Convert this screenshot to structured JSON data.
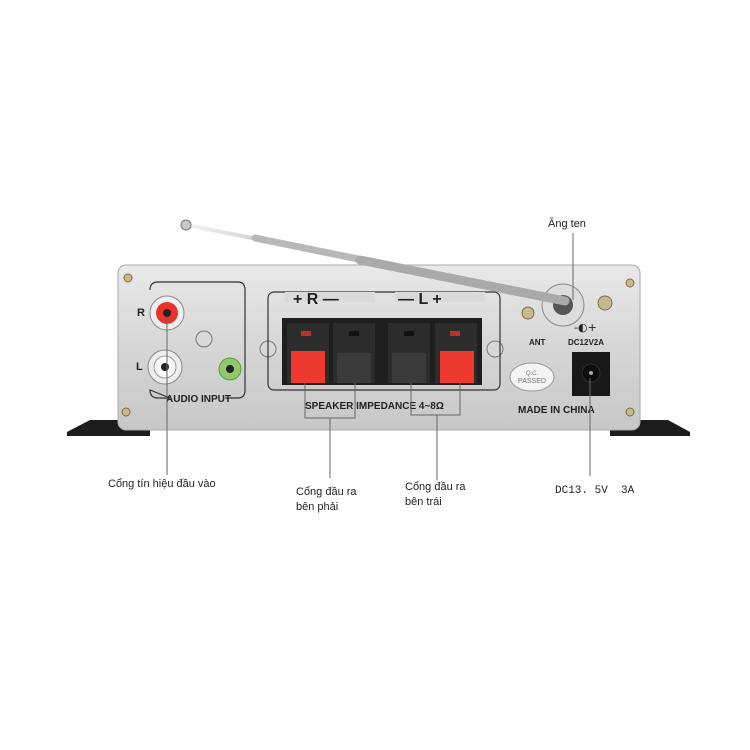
{
  "annotations": {
    "antenna": "Ăng ten",
    "input_port": "Cổng tín hiệu đầu vào",
    "right_output_line1": "Cổng đầu ra",
    "right_output_line2": "bên phải",
    "left_output_line1": "Cổng đầu ra",
    "left_output_line2": "bên trái",
    "dc_input": "DC13. 5V  3A"
  },
  "panel": {
    "r": "R",
    "l": "L",
    "audio_input": "AUDIO INPUT",
    "speaker_r": "+ R —",
    "speaker_l": "— L +",
    "impedance": "SPEAKER IMPEDANCE 4~8Ω",
    "ant": "ANT",
    "dc_rating": "DC12V2A",
    "qc_line1": "Q.C.",
    "qc_line2": "PASSED",
    "made_in": "MADE IN CHINA"
  },
  "colors": {
    "red": "#e8322a",
    "green": "#8fc96a",
    "panel": "#dcdcdc"
  }
}
